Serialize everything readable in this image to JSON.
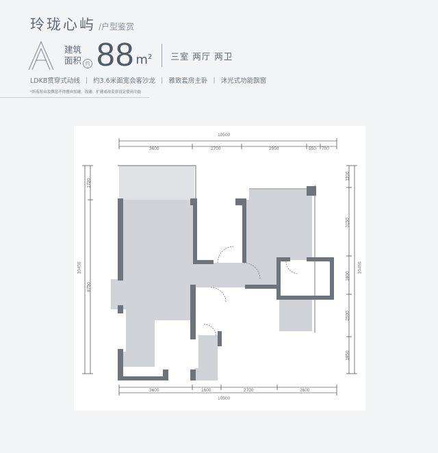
{
  "header": {
    "title": "玲珑心屿",
    "subtitle": "/户型鉴赏",
    "unit_letter": "A",
    "area_label_line1": "建筑",
    "area_label_line2": "面积",
    "area_badge": "约",
    "area_value": "88",
    "area_unit": "m",
    "area_unit_sup": "2",
    "layout": "三室 两厅 两卫"
  },
  "features": [
    "LDKB贯穿式动线",
    "约3.6米面宽会客沙龙",
    "雅致套房主卧",
    "沐光式功能飘窗"
  ],
  "feature_separator": "|",
  "footnote": "*所有阳台及飘窗不得擅自加建、改建、扩建或改变原设定使用功能",
  "dimensions": {
    "top_total": "10500",
    "top_segments": [
      "3600",
      "2700",
      "2950",
      "550",
      "700"
    ],
    "bottom_total": "10500",
    "bottom_segments": [
      "3600",
      "1600",
      "2700",
      "2600"
    ],
    "left_outer": "10450",
    "left_segments": [
      "1720",
      "8750"
    ],
    "right_outer": "10450",
    "right_segments": [
      "1100",
      "3150",
      "1800",
      "2500",
      "1850"
    ]
  },
  "colors": {
    "background": "#f3f4f6",
    "plan_background": "#ffffff",
    "wall": "#6e747b",
    "floor": "#dfe1e4",
    "room_fill": "#cfd2d6",
    "text": "#5f6b78"
  }
}
